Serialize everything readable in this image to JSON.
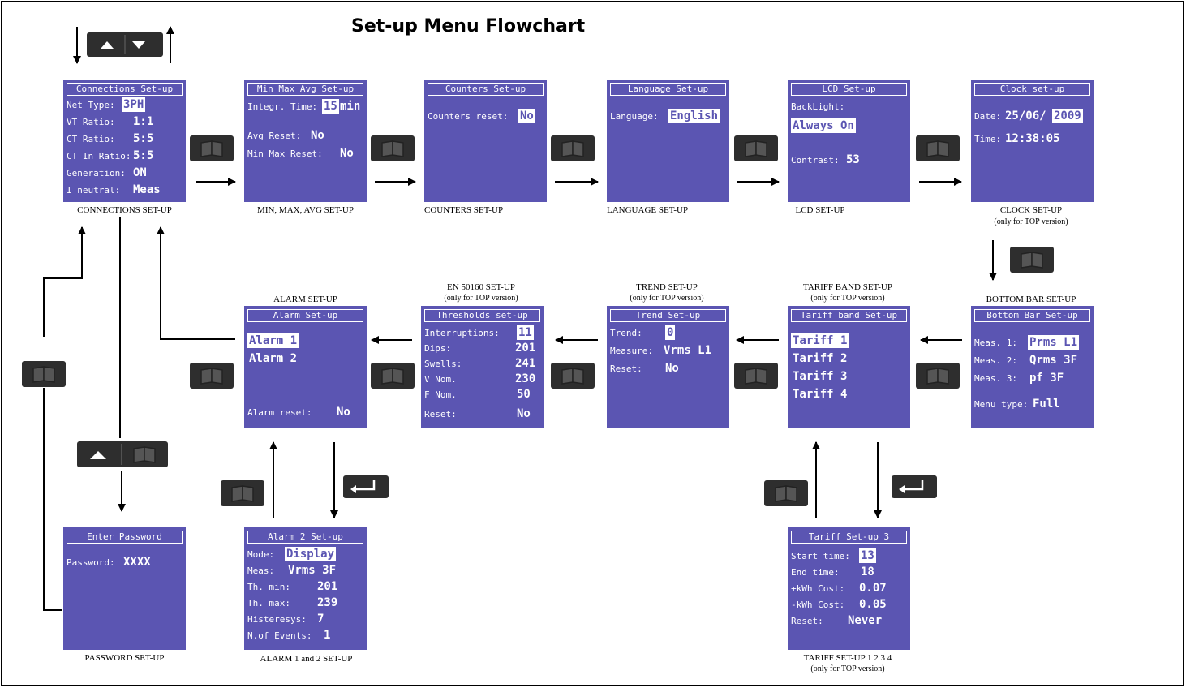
{
  "title": "Set-up Menu Flowchart",
  "screens": {
    "connections": {
      "header": "Connections Set-up",
      "rows": [
        {
          "label": "Net Type:",
          "value": "3PH"
        },
        {
          "label": "VT Ratio:",
          "value": "1:1"
        },
        {
          "label": "CT Ratio:",
          "value": "5:5"
        },
        {
          "label": "CT In Ratio:",
          "value": "5:5"
        },
        {
          "label": "Generation:",
          "value": "ON"
        },
        {
          "label": "I neutral:",
          "value": "Meas"
        }
      ],
      "caption": "CONNECTIONS SET-UP"
    },
    "minmax": {
      "header": "Min Max Avg Set-up",
      "integr_label": "Integr. Time:",
      "integr_value": "15",
      "integr_unit": "min",
      "avg_label": "Avg Reset:",
      "avg_value": "No",
      "minmax_label": "Min Max Reset:",
      "minmax_value": "No",
      "caption": "MIN, MAX, AVG SET-UP"
    },
    "counters": {
      "header": "Counters Set-up",
      "label": "Counters reset:",
      "value": "No",
      "caption": "COUNTERS SET-UP"
    },
    "language": {
      "header": "Language Set-up",
      "label": "Language:",
      "value": "English",
      "caption": "LANGUAGE SET-UP"
    },
    "lcd": {
      "header": "LCD Set-up",
      "backlight_label": "BackLight:",
      "backlight_value": "Always On",
      "contrast_label": "Contrast:",
      "contrast_value": "53",
      "caption": "LCD SET-UP"
    },
    "clock": {
      "header": "Clock set-up",
      "date_label": "Date:",
      "date_value": "25/06/",
      "date_year": "2009",
      "time_label": "Time:",
      "time_value": "12:38:05",
      "caption": "CLOCK SET-UP",
      "caption2": "(only for TOP version)"
    },
    "bottombar": {
      "header": "Bottom Bar Set-up",
      "rows": [
        {
          "label": "Meas. 1:",
          "value": "Prms L1"
        },
        {
          "label": "Meas. 2:",
          "value": "Qrms 3F"
        },
        {
          "label": "Meas. 3:",
          "value": "pf 3F"
        }
      ],
      "menu_label": "Menu type:",
      "menu_value": "Full",
      "caption": "BOTTOM BAR SET-UP"
    },
    "tariffband": {
      "header": "Tariff band Set-up",
      "items": [
        "Tariff 1",
        "Tariff 2",
        "Tariff 3",
        "Tariff 4"
      ],
      "caption": "TARIFF BAND SET-UP",
      "caption2": "(only for TOP version)"
    },
    "trend": {
      "header": "Trend Set-up",
      "rows": [
        {
          "label": "Trend:",
          "value": "0"
        },
        {
          "label": "Measure:",
          "value": "Vrms L1"
        },
        {
          "label": "Reset:",
          "value": "No"
        }
      ],
      "caption": "TREND SET-UP",
      "caption2": "(only for TOP version)"
    },
    "thresholds": {
      "header": "Thresholds set-up",
      "rows": [
        {
          "label": "Interruptions:",
          "value": "11"
        },
        {
          "label": "Dips:",
          "value": "201"
        },
        {
          "label": "Swells:",
          "value": "241"
        },
        {
          "label": "V Nom.",
          "value": "230"
        },
        {
          "label": "F Nom.",
          "value": "50"
        },
        {
          "label": "Reset:",
          "value": "No"
        }
      ],
      "caption": "EN 50160 SET-UP",
      "caption2": "(only for TOP version)"
    },
    "alarm": {
      "header": "Alarm Set-up",
      "items": [
        "Alarm 1",
        "Alarm 2"
      ],
      "reset_label": "Alarm reset:",
      "reset_value": "No",
      "caption": "ALARM SET-UP"
    },
    "password": {
      "header": "Enter Password",
      "label": "Password:",
      "value": "XXXX",
      "caption": "PASSWORD SET-UP"
    },
    "alarm2": {
      "header": "Alarm 2 Set-up",
      "rows": [
        {
          "label": "Mode:",
          "value": "Display"
        },
        {
          "label": "Meas:",
          "value": "Vrms 3F"
        },
        {
          "label": "Th. min:",
          "value": "201"
        },
        {
          "label": "Th. max:",
          "value": "239"
        },
        {
          "label": "Histeresys:",
          "value": "7"
        },
        {
          "label": "N.of Events:",
          "value": "1"
        }
      ],
      "caption": "ALARM 1 and 2 SET-UP"
    },
    "tariff": {
      "header": "Tariff Set-up 3",
      "rows": [
        {
          "label": "Start time:",
          "value": "13"
        },
        {
          "label": "End time:",
          "value": "18"
        },
        {
          "label": "+kWh Cost:",
          "value": "0.07"
        },
        {
          "label": "-kWh Cost:",
          "value": "0.05"
        },
        {
          "label": "Reset:",
          "value": "Never"
        }
      ],
      "caption": "TARIFF SET-UP 1 2 3 4",
      "caption2": "(only for TOP version)"
    }
  },
  "colors": {
    "screen_bg": "#5b55b2",
    "key_bg": "#2e2e2e"
  }
}
